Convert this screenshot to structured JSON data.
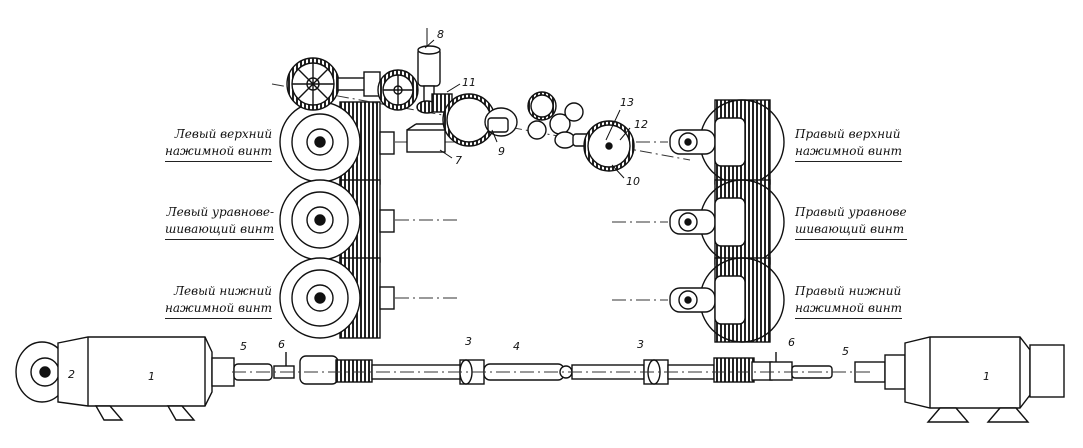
{
  "labels": {
    "left_upper": [
      "Левый верхний",
      "нажимной винт"
    ],
    "left_middle": [
      "Левый уравнове-",
      "шивающий винт"
    ],
    "left_lower": [
      "Левый нижний",
      "нажимной винт"
    ],
    "right_upper": [
      "Правый верхний",
      "нажимной винт"
    ],
    "right_middle": [
      "Правый уравнове",
      "шивающий винт"
    ],
    "right_lower": [
      "Правый нижний",
      "нажимной винт"
    ]
  },
  "numbers": {
    "n1_left": "1",
    "n2": "2",
    "n5_left": "5",
    "n6_left": "6",
    "n3_left": "3",
    "n4": "4",
    "n3_right": "3",
    "n6_right": "6",
    "n5_right": "5",
    "n1_right": "1",
    "n7": "7",
    "n8": "8",
    "n9": "9",
    "n10": "10",
    "n11": "11",
    "n12": "12",
    "n13": "13"
  }
}
